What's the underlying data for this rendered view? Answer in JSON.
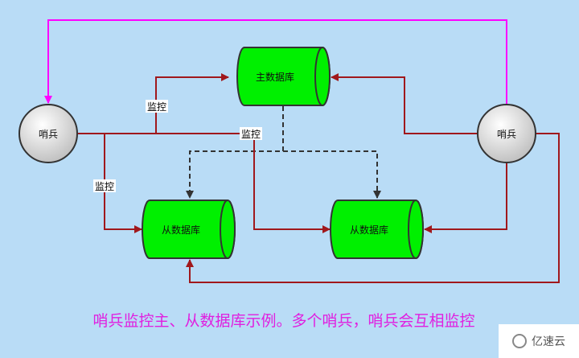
{
  "nodes": {
    "master_db": "主数据库",
    "slave_db_left": "从数据库",
    "slave_db_right": "从数据库",
    "sentinel_left": "哨兵",
    "sentinel_right": "哨兵"
  },
  "edge_labels": {
    "monitor_upper": "监控",
    "monitor_middle": "监控",
    "monitor_lower": "监控"
  },
  "caption": "哨兵监控主、从数据库示例。多个哨兵，哨兵会互相监控",
  "watermark": "亿速云",
  "colors": {
    "background": "#b9dcf6",
    "database_fill": "#00f000",
    "monitor_arrow": "#a0181c",
    "sentinel_link": "#ff00ff",
    "replication_arrow": "#333333",
    "caption": "#e020e0"
  }
}
